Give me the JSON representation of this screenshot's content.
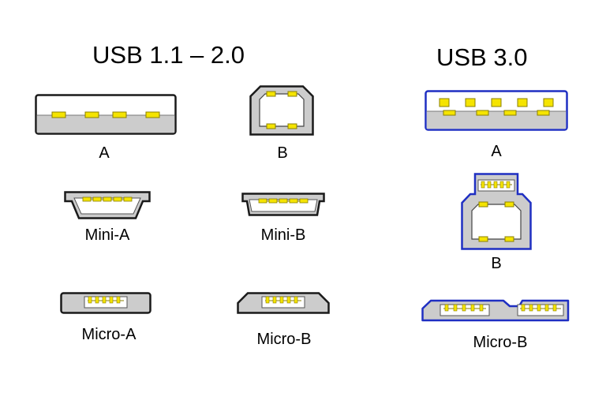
{
  "sections": {
    "usb2_title": "USB 1.1 – 2.0",
    "usb3_title": "USB 3.0"
  },
  "connectors": {
    "usb2_a": "A",
    "usb2_b": "B",
    "usb2_mini_a": "Mini-A",
    "usb2_mini_b": "Mini-B",
    "usb2_micro_a": "Micro-A",
    "usb2_micro_b": "Micro-B",
    "usb3_a": "A",
    "usb3_b": "B",
    "usb3_micro_b": "Micro-B"
  },
  "colors": {
    "body_gray": "#cccccc",
    "outline_black": "#1a1a1a",
    "usb3_blue": "#1f2fc2",
    "pin_yellow": "#f5e400",
    "pin_outline": "#8a7f00"
  }
}
